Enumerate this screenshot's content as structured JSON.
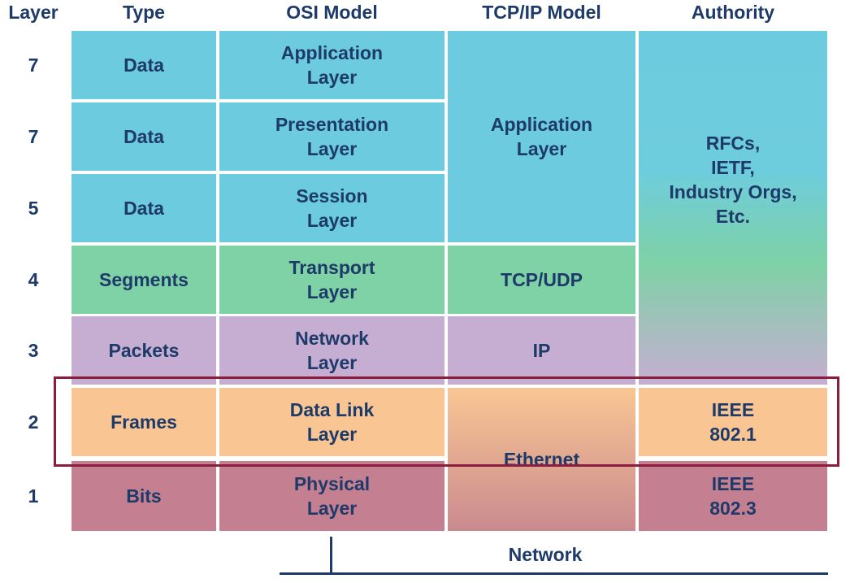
{
  "headers": {
    "layer": "Layer",
    "type": "Type",
    "osi": "OSI Model",
    "tcpip": "TCP/IP Model",
    "authority": "Authority"
  },
  "layer_numbers": [
    "7",
    "7",
    "5",
    "4",
    "3",
    "2",
    "1"
  ],
  "types": [
    "Data",
    "Data",
    "Data",
    "Segments",
    "Packets",
    "Frames",
    "Bits"
  ],
  "osi": [
    "Application\nLayer",
    "Presentation\nLayer",
    "Session\nLayer",
    "Transport\nLayer",
    "Network\nLayer",
    "Data Link\nLayer",
    "Physical\nLayer"
  ],
  "tcpip": {
    "application": "Application\nLayer",
    "transport": "TCP/UDP",
    "internet": "IP",
    "link": "Ethernet"
  },
  "authority": {
    "upper": "RFCs,\nIETF,\nIndustry Orgs,\nEtc.",
    "datalink": "IEEE\n802.1",
    "physical": "IEEE\n802.3"
  },
  "footer": {
    "network": "Network"
  },
  "colors": {
    "data": "#6ccbdf",
    "segments": "#7fd1a6",
    "packets": "#c6aed2",
    "frames": "#f9c693",
    "bits": "#c47f91",
    "text": "#1d3a68",
    "highlight": "#8b1e3f"
  }
}
